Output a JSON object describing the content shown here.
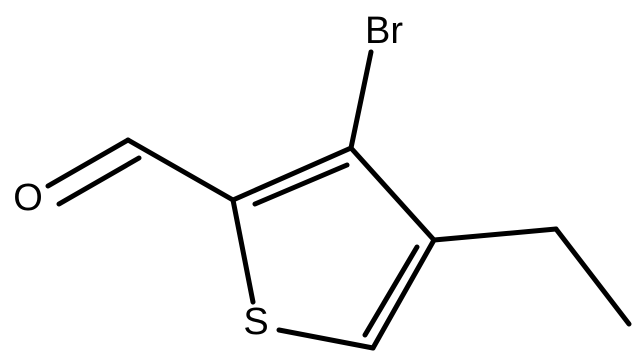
{
  "atoms": {
    "o": "O",
    "s": "S",
    "br": "Br"
  },
  "colors": {
    "bond": "#000000",
    "label": "#000000",
    "background": "#ffffff"
  }
}
